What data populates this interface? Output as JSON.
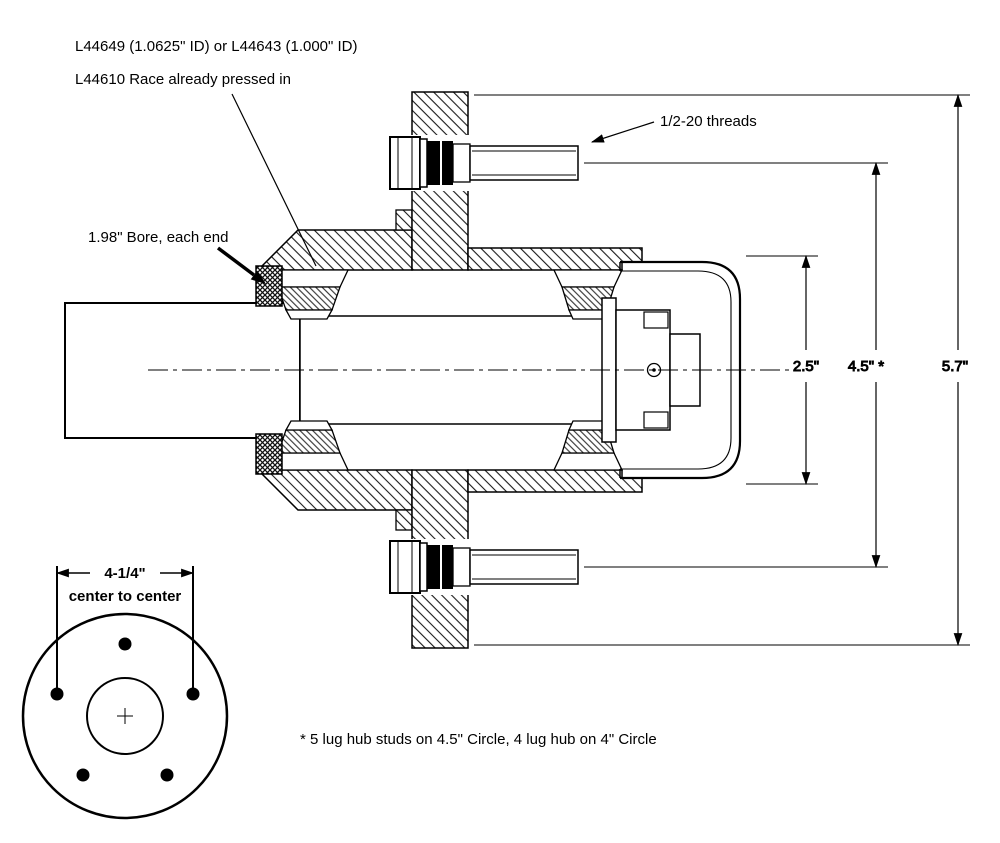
{
  "annotations": {
    "bearing_models": "L44649 (1.0625\" ID) or L44643 (1.000\" ID)",
    "race_note": "L44610 Race already pressed in",
    "thread_spec": "1/2-20 threads",
    "bore_note": "1.98\" Bore, each end"
  },
  "dimensions": {
    "hub_pilot": "2.5\"",
    "bolt_circle": "4.5\" *",
    "flange_od": "5.7\""
  },
  "bolt_pattern": {
    "spacing": "4-1/4\"",
    "spacing_note": "center to center"
  },
  "footnote": "*  5 lug hub studs on 4.5\" Circle, 4 lug hub on 4\" Circle",
  "colors": {
    "ink": "#000000",
    "background": "#ffffff"
  }
}
